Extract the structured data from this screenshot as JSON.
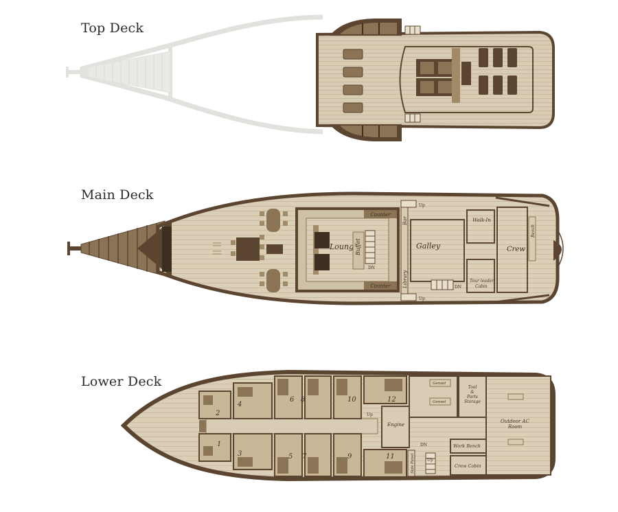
{
  "colors": {
    "wood": "#d9ccb4",
    "woodLine": "#c2b193",
    "hull": "#5b4530",
    "hullDark": "#3e2e1f",
    "room": "#c9b898",
    "furniture": "#8a7455",
    "ghost": "#e2e0dc"
  },
  "decks": {
    "top": {
      "title": "Top Deck"
    },
    "main": {
      "title": "Main Deck",
      "labels": {
        "lounge": "Lounge",
        "counter_top": "Counter",
        "counter_bottom": "Counter",
        "buffet": "Buffet",
        "dn": "DN",
        "bar": "Bar",
        "library": "Library",
        "galley": "Galley",
        "walkin": "Walk-In",
        "crew": "Crew",
        "bench": "Bench",
        "tour_leader": "Tour leader",
        "cabin": "Cabin",
        "dn_stair": "DN",
        "up_top": "Up",
        "up_bottom": "Up"
      }
    },
    "lower": {
      "title": "Lower Deck",
      "cabins_top": [
        "2",
        "4",
        "6",
        "8",
        "10",
        "12"
      ],
      "cabins_bottom": [
        "1",
        "3",
        "5",
        "7",
        "9",
        "11"
      ],
      "labels": {
        "engine": "Engine",
        "genset1": "Genset",
        "genset2": "Genset",
        "tool_storage": "Tool\n&\nParts\nStorage",
        "outdoor_ac": "Outdoor AC\nRoom",
        "work_bench": "Work Bench",
        "crew_cabin": "Crew Cabin",
        "side_panel": "Side Panel",
        "dn": "DN",
        "up1": "Up",
        "up2": "Up"
      }
    }
  }
}
